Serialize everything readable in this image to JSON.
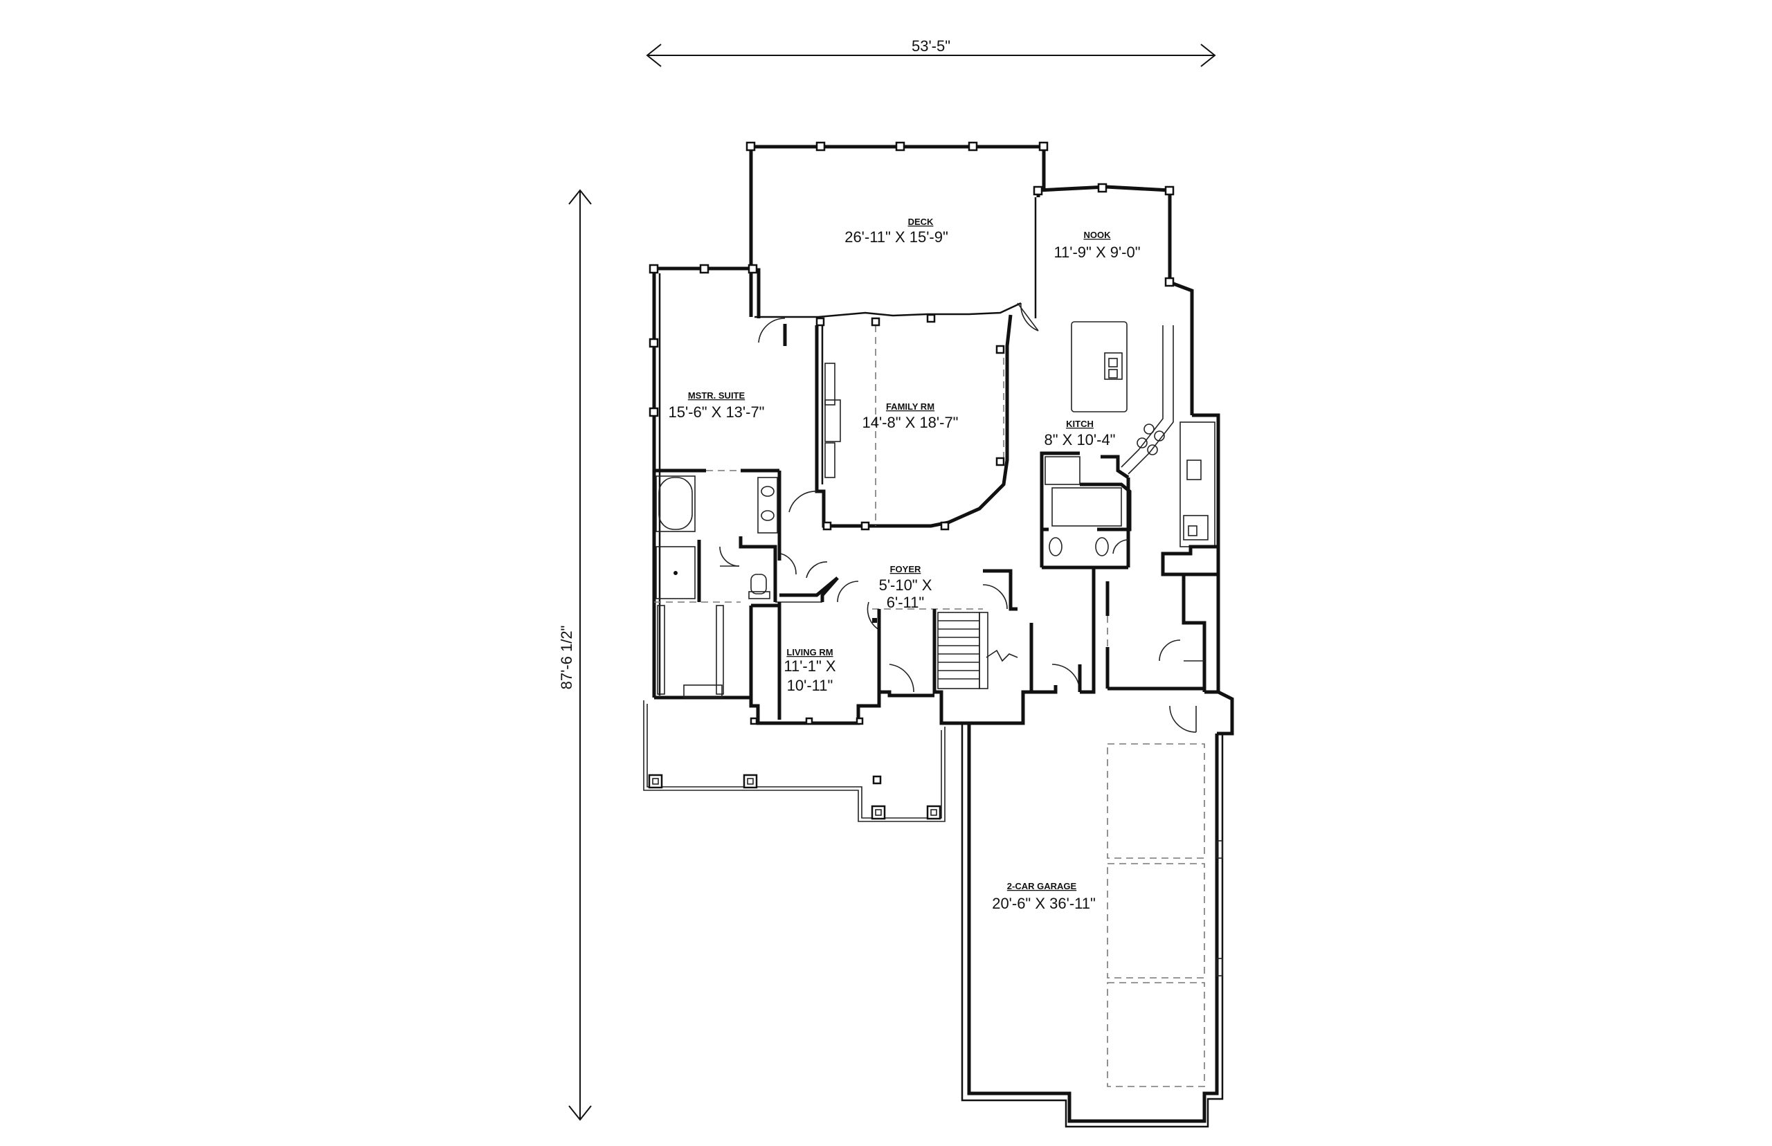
{
  "dimensions": {
    "width": "53'-5\"",
    "depth": "87'-6 1/2\""
  },
  "rooms": {
    "deck": {
      "name": "DECK",
      "size": "26'-11\" X 15'-9\""
    },
    "nook": {
      "name": "NOOK",
      "size": "11'-9\" X 9'-0\""
    },
    "master_suite": {
      "name": "MSTR. SUITE",
      "size": "15'-6\" X 13'-7\""
    },
    "family_room": {
      "name": "FAMILY RM",
      "size": "14'-8\" X 18'-7\""
    },
    "kitchen": {
      "name": "KITCH",
      "size": "8\" X 10'-4\""
    },
    "foyer": {
      "name": "FOYER",
      "size_line1": "5'-10\" X",
      "size_line2": "6'-11\""
    },
    "living_room": {
      "name": "LIVING RM",
      "size_line1": "11'-1\" X",
      "size_line2": "10'-11\""
    },
    "garage": {
      "name": "2-CAR GARAGE",
      "size": "20'-6\" X 36'-11\""
    }
  }
}
